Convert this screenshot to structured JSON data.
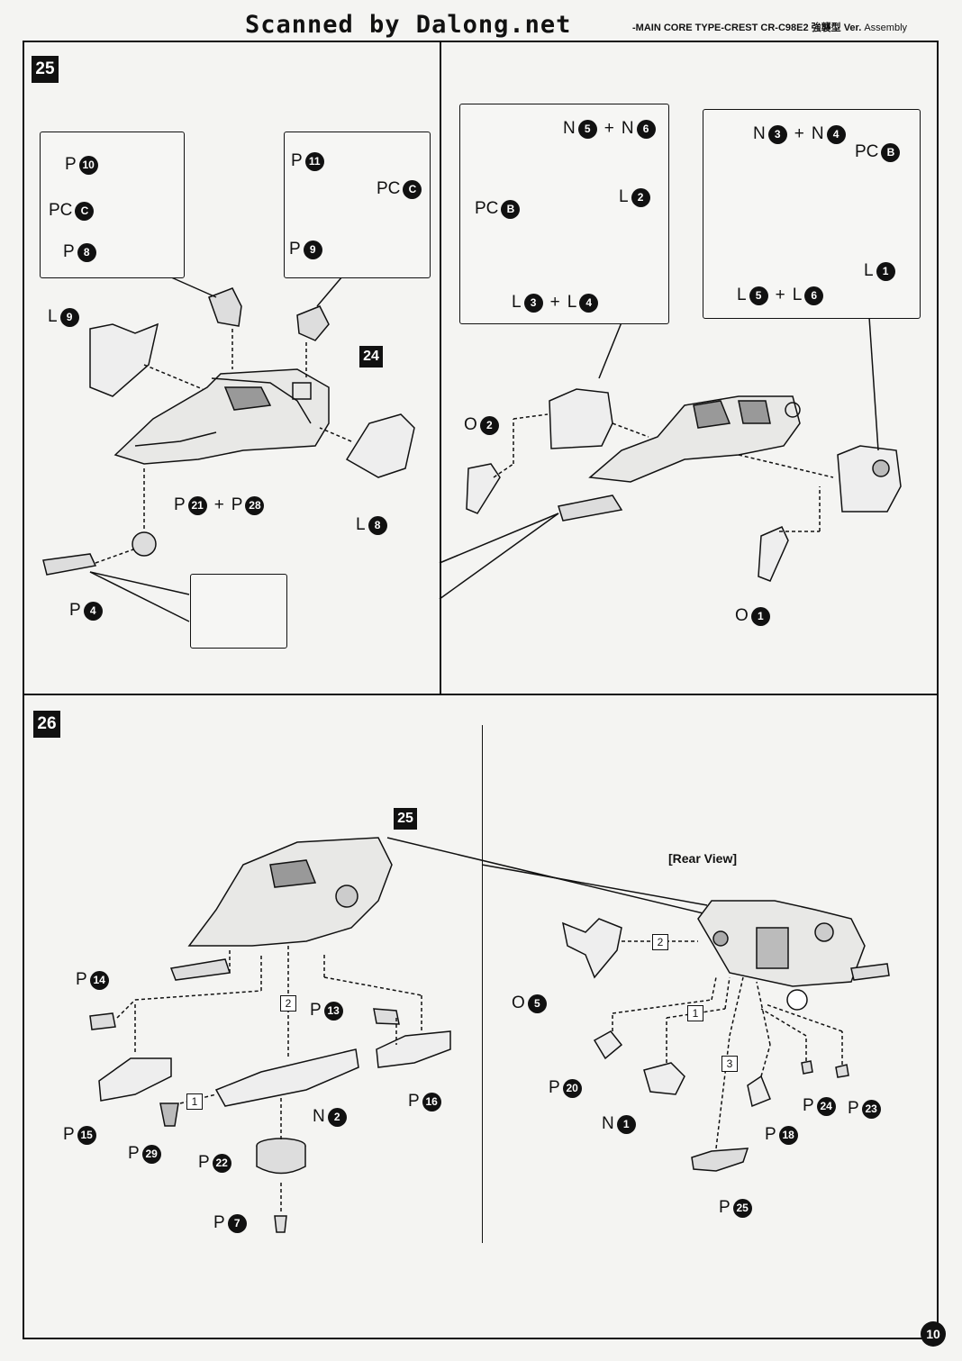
{
  "watermark": "Scanned by Dalong.net",
  "header": {
    "title": "-MAIN CORE TYPE-CREST  CR-C98E2",
    "version": "強襲型 Ver.",
    "section": "Assembly"
  },
  "page_number": "10",
  "steps": [
    {
      "number": "25",
      "ref_step": "24"
    },
    {
      "number": "26",
      "ref_step": "25"
    }
  ],
  "rear_view_label": "[Rear View]",
  "step25_left": {
    "p10": {
      "letter": "P",
      "num": "10"
    },
    "pc_c1": {
      "letter": "PC",
      "num": "C"
    },
    "p8": {
      "letter": "P",
      "num": "8"
    },
    "p11": {
      "letter": "P",
      "num": "11"
    },
    "pc_c2": {
      "letter": "PC",
      "num": "C"
    },
    "p9": {
      "letter": "P",
      "num": "9"
    },
    "l9": {
      "letter": "L",
      "num": "9"
    },
    "l8": {
      "letter": "L",
      "num": "8"
    },
    "p21_p28": {
      "a_letter": "P",
      "a_num": "21",
      "plus": "+",
      "b_letter": "P",
      "b_num": "28"
    },
    "p4": {
      "letter": "P",
      "num": "4"
    }
  },
  "step25_right": {
    "n5_n6": {
      "a_letter": "N",
      "a_num": "5",
      "plus": "+",
      "b_letter": "N",
      "b_num": "6"
    },
    "pc_b1": {
      "letter": "PC",
      "num": "B"
    },
    "l2": {
      "letter": "L",
      "num": "2"
    },
    "l3_l4": {
      "a_letter": "L",
      "a_num": "3",
      "plus": "+",
      "b_letter": "L",
      "b_num": "4"
    },
    "n3_n4": {
      "a_letter": "N",
      "a_num": "3",
      "plus": "+",
      "b_letter": "N",
      "b_num": "4"
    },
    "pc_b2": {
      "letter": "PC",
      "num": "B"
    },
    "l1": {
      "letter": "L",
      "num": "1"
    },
    "l5_l6": {
      "a_letter": "L",
      "a_num": "5",
      "plus": "+",
      "b_letter": "L",
      "b_num": "6"
    },
    "o2": {
      "letter": "O",
      "num": "2"
    },
    "o1": {
      "letter": "O",
      "num": "1"
    }
  },
  "step26_left": {
    "p14": {
      "letter": "P",
      "num": "14"
    },
    "p13": {
      "letter": "P",
      "num": "13"
    },
    "p15": {
      "letter": "P",
      "num": "15"
    },
    "p16": {
      "letter": "P",
      "num": "16"
    },
    "n2": {
      "letter": "N",
      "num": "2"
    },
    "p29": {
      "letter": "P",
      "num": "29"
    },
    "p22": {
      "letter": "P",
      "num": "22"
    },
    "p7": {
      "letter": "P",
      "num": "7"
    },
    "order_1": "1",
    "order_2": "2"
  },
  "step26_right": {
    "o5": {
      "letter": "O",
      "num": "5"
    },
    "p20": {
      "letter": "P",
      "num": "20"
    },
    "n1": {
      "letter": "N",
      "num": "1"
    },
    "p18": {
      "letter": "P",
      "num": "18"
    },
    "p24": {
      "letter": "P",
      "num": "24"
    },
    "p23": {
      "letter": "P",
      "num": "23"
    },
    "p25": {
      "letter": "P",
      "num": "25"
    },
    "order_1": "1",
    "order_2": "2",
    "order_3": "3"
  }
}
